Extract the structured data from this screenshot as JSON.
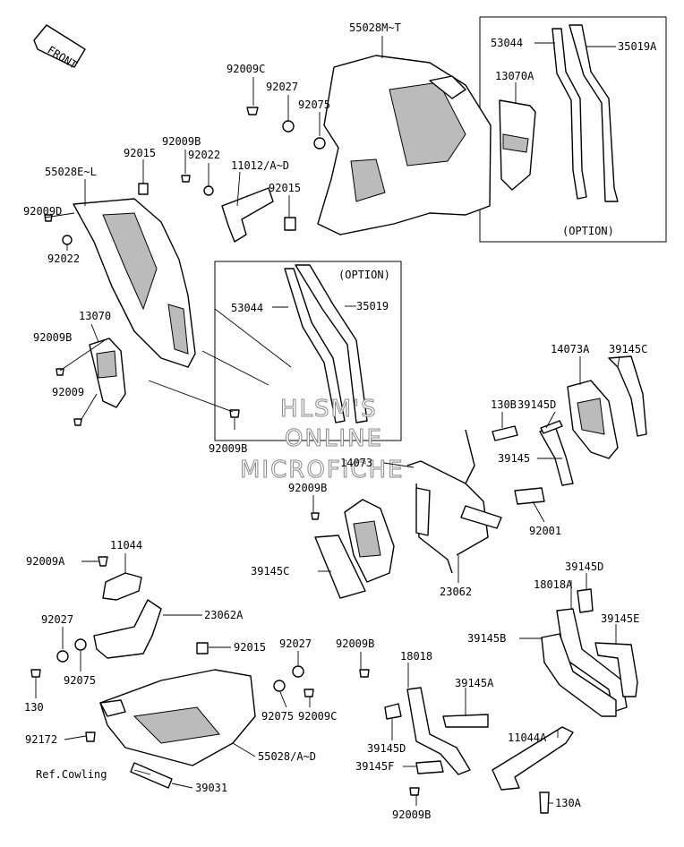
{
  "front_tag": "FRONT",
  "watermark": [
    "HLSM'S",
    "ONLINE",
    "MICROFICHE"
  ],
  "option_label": "(OPTION)",
  "labels": {
    "p55028MT": "55028M~T",
    "p53044_top": "53044",
    "p35019A": "35019A",
    "p13070A": "13070A",
    "p92009C_top": "92009C",
    "p92027_top": "92027",
    "p92075_top": "92075",
    "p92009B_a": "92009B",
    "p92015_a": "92015",
    "p92022_a": "92022",
    "p11012": "11012/A~D",
    "p55028EL": "55028E~L",
    "p92015_b": "92015",
    "p92009D": "92009D",
    "p92022_b": "92022",
    "p53044_mid": "53044",
    "p35019": "35019",
    "p13070": "13070",
    "p92009B_b": "92009B",
    "p92009": "92009",
    "p92009B_c": "92009B",
    "p14073A": "14073A",
    "p39145C_top": "39145C",
    "p130B": "130B",
    "p39145D_top": "39145D",
    "p39145": "39145",
    "p14073": "14073",
    "p92009B_d": "92009B",
    "p92001": "92001",
    "p39145C_mid": "39145C",
    "p23062": "23062",
    "p92009A": "92009A",
    "p11044": "11044",
    "p23062A": "23062A",
    "p92027_low": "92027",
    "p92075_low": "92075",
    "p130": "130",
    "p92015_low": "92015",
    "p92027_c": "92027",
    "p92009B_e": "92009B",
    "p18018": "18018",
    "p92075_c": "92075",
    "p92009C_low": "92009C",
    "p39145D_r": "39145D",
    "p18018A": "18018A",
    "p39145E": "39145E",
    "p39145B": "39145B",
    "p39145A": "39145A",
    "p92172": "92172",
    "p55028AD": "55028/A~D",
    "p39145D_low": "39145D",
    "p39145F": "39145F",
    "p11044A": "11044A",
    "p130A": "130A",
    "pRef": "Ref.Cowling",
    "p39031": "39031",
    "p92009B_f": "92009B"
  }
}
